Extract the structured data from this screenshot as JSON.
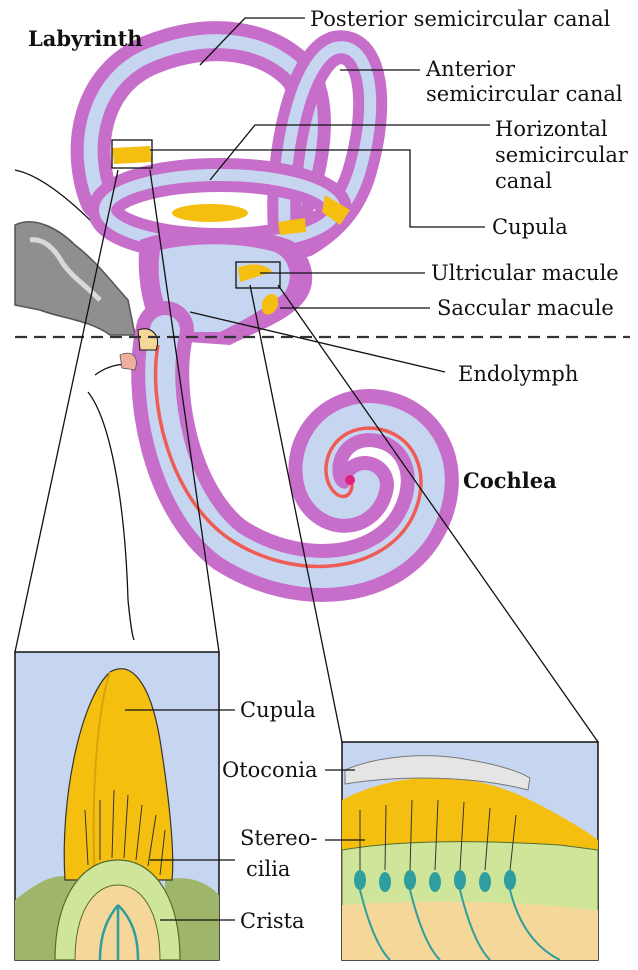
{
  "titles": {
    "labyrinth": "Labyrinth",
    "cochlea": "Cochlea"
  },
  "labels": {
    "posterior": "Posterior semicircular canal",
    "anterior_1": "Anterior",
    "anterior_2": "semicircular canal",
    "horizontal_1": "Horizontal",
    "horizontal_2": "semicircular",
    "horizontal_3": "canal",
    "cupula_top": "Cupula",
    "utricular": "Ultricular macule",
    "saccular": "Saccular macule",
    "endolymph": "Endolymph"
  },
  "inset_left": {
    "cupula": "Cupula",
    "stereo_1": "Stereo-",
    "stereo_2": "cilia",
    "crista": "Crista"
  },
  "inset_right": {
    "otoconia": "Otoconia"
  },
  "colors": {
    "membrane": "#c66ec9",
    "endolymph": "#c7d6f0",
    "cupula": "#f5bf10",
    "sensory": "#cfe69a",
    "nerve": "#2e9e9e",
    "bone": "#9a9a9a",
    "basilar": "#ee5c55"
  }
}
